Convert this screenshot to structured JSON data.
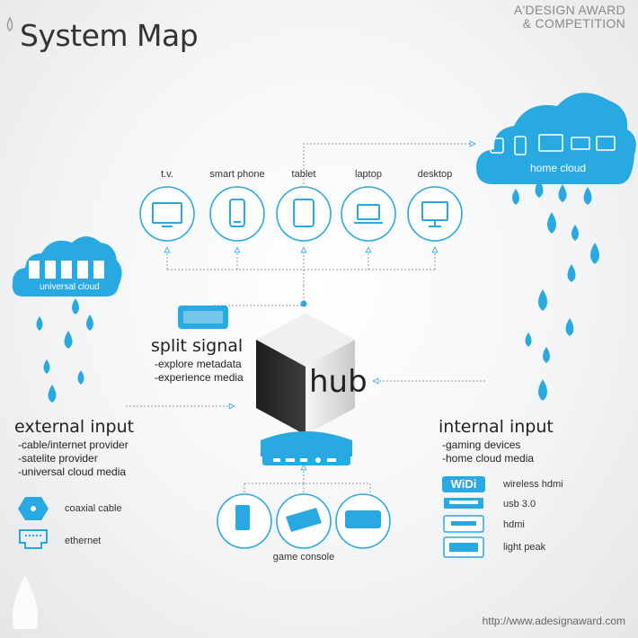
{
  "title": "System Map",
  "award": {
    "line1": "A'DESIGN AWARD",
    "line2": "& COMPETITION"
  },
  "url": "http://www.adesignaward.com",
  "devices": [
    {
      "label": "t.v.",
      "icon": "tv-icon"
    },
    {
      "label": "smart phone",
      "icon": "smartphone-icon"
    },
    {
      "label": "tablet",
      "icon": "tablet-icon"
    },
    {
      "label": "laptop",
      "icon": "laptop-icon"
    },
    {
      "label": "desktop",
      "icon": "desktop-icon"
    }
  ],
  "home_cloud": {
    "label": "home cloud"
  },
  "universal_cloud": {
    "label": "universal cloud"
  },
  "hub": {
    "label": "hub"
  },
  "split_signal": {
    "heading": "split signal",
    "items": [
      "-explore metadata",
      "-experience media"
    ]
  },
  "external_input": {
    "heading": "external input",
    "items": [
      "-cable/internet provider",
      "-satelite provider",
      "-universal cloud media"
    ]
  },
  "internal_input": {
    "heading": "internal input",
    "items": [
      "-gaming devices",
      "-home cloud media"
    ]
  },
  "connectors_left": [
    {
      "label": "coaxial cable",
      "icon": "coaxial-cable-icon"
    },
    {
      "label": "ethernet",
      "icon": "ethernet-icon"
    }
  ],
  "connectors_right": [
    {
      "label": "wireless hdmi",
      "icon": "widi-icon",
      "badge": "WiDi"
    },
    {
      "label": "usb 3.0",
      "icon": "usb-icon"
    },
    {
      "label": "hdmi",
      "icon": "hdmi-icon"
    },
    {
      "label": "light peak",
      "icon": "light-peak-icon"
    }
  ],
  "game_console": {
    "label": "game console"
  },
  "colors": {
    "accent": "#29a9e1",
    "dark": "#333333"
  }
}
